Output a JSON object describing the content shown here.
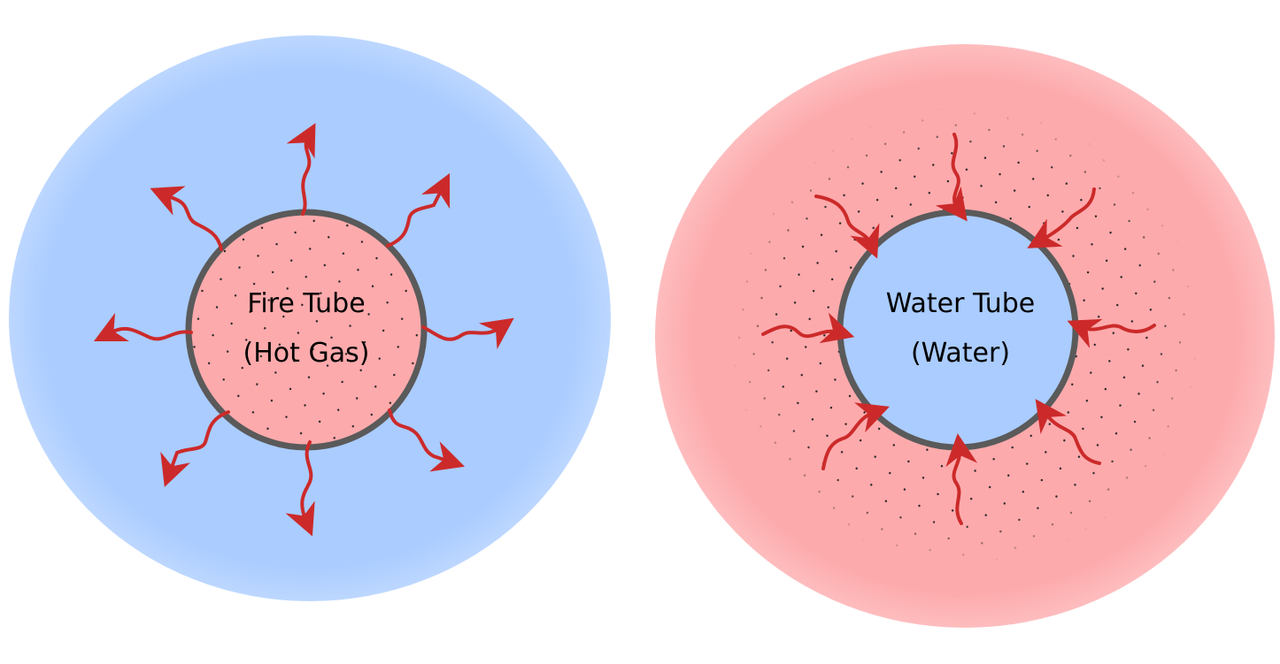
{
  "diagrams": [
    {
      "name": "fire-tube",
      "title": "Fire Tube",
      "subtitle": "(Hot Gas)",
      "inner_fill": "#fdaaac",
      "surround_fill": "#aaccff",
      "heat_flow": "outward"
    },
    {
      "name": "water-tube",
      "title": "Water Tube",
      "subtitle": "(Water)",
      "inner_fill": "#aaccff",
      "surround_fill": "#fdaaac",
      "heat_flow": "inward"
    }
  ],
  "colors": {
    "tube_wall": "#5a5a5a",
    "heat_arrow": "#cc2a2a",
    "dots": "#222222"
  }
}
